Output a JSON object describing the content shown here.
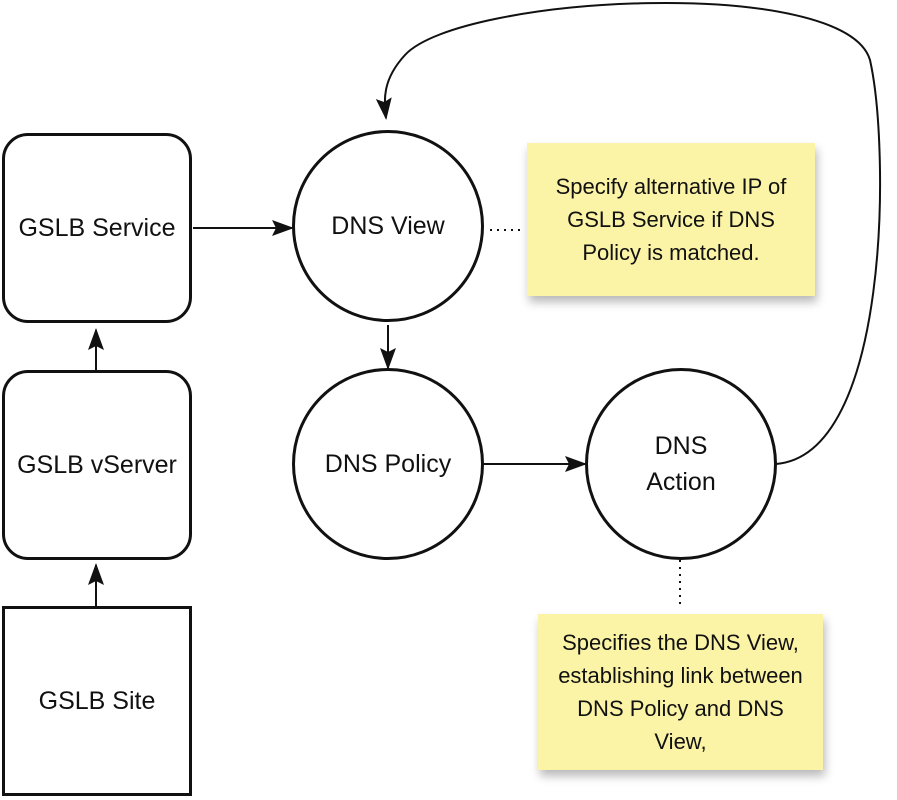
{
  "nodes": {
    "gslb_service": "GSLB Service",
    "gslb_vserver": "GSLB vServer",
    "gslb_site": "GSLB Site",
    "dns_view": "DNS View",
    "dns_policy": "DNS Policy",
    "dns_action_line1": "DNS",
    "dns_action_line2": "Action"
  },
  "notes": {
    "view_note": "Specify alternative IP of GSLB Service if DNS Policy is matched.",
    "action_note": "Specifies the DNS View, establishing link between DNS Policy and DNS View,"
  },
  "colors": {
    "note_fill": "#fbf3a6",
    "stroke": "#111111"
  }
}
